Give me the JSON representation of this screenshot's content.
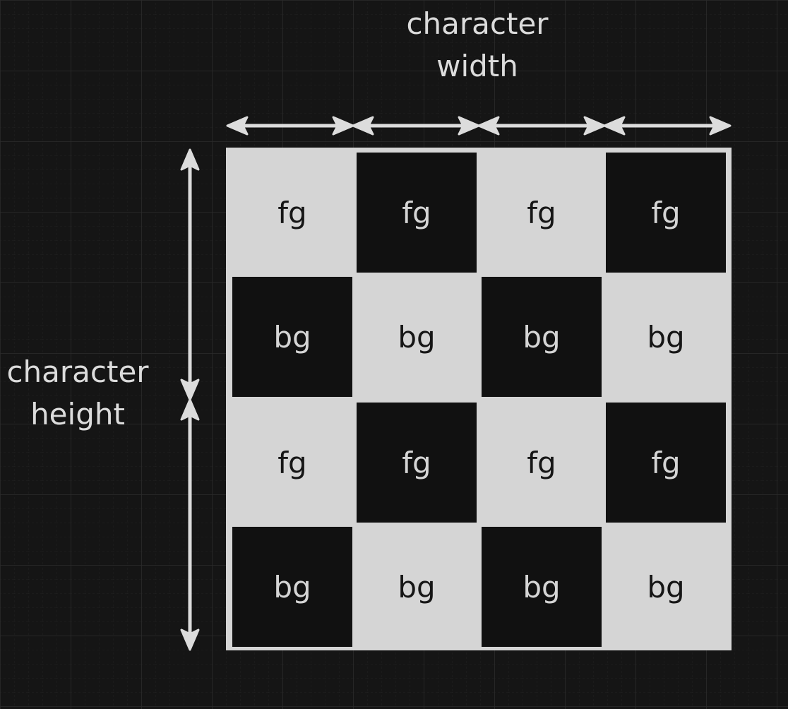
{
  "labels": {
    "width_line1": "character",
    "width_line2": "width",
    "height_line1": "character",
    "height_line2": "height"
  },
  "grid_rows": [
    [
      "fg",
      "fg",
      "fg",
      "fg"
    ],
    [
      "bg",
      "bg",
      "bg",
      "bg"
    ],
    [
      "fg",
      "fg",
      "fg",
      "fg"
    ],
    [
      "bg",
      "bg",
      "bg",
      "bg"
    ]
  ],
  "cell_pattern": [
    [
      "light",
      "dark",
      "light",
      "dark"
    ],
    [
      "dark",
      "light",
      "dark",
      "light"
    ],
    [
      "light",
      "dark",
      "light",
      "dark"
    ],
    [
      "dark",
      "light",
      "dark",
      "light"
    ]
  ],
  "colors": {
    "background": "#151515",
    "grid_line": "#2b2b2b",
    "grid_dash": "#222222",
    "light": "#d5d5d5",
    "dark": "#111111",
    "text_on_light": "#161616",
    "text_on_dark": "#d5d5d5",
    "label": "#dcdcdc",
    "arrow": "#dcdcdc"
  }
}
